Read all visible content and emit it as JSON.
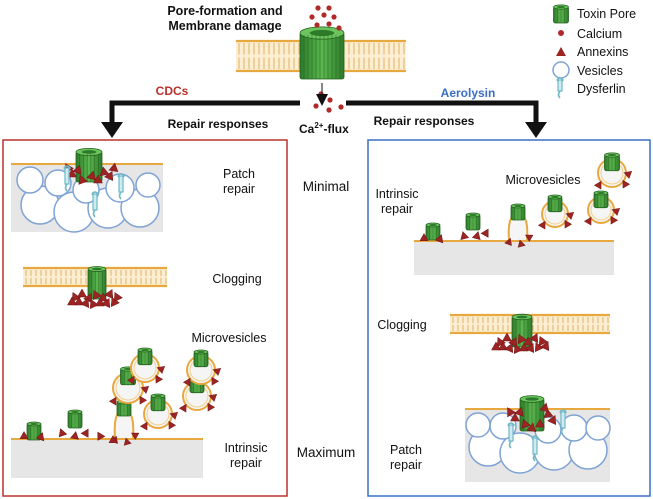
{
  "header": {
    "title_line1": "Pore-formation and",
    "title_line2": "Membrane damage",
    "ca_flux": "Ca",
    "ca_flux_sup": "2+",
    "ca_flux_suffix": "-flux"
  },
  "legend": {
    "toxin_pore": "Toxin Pore",
    "calcium": "Calcium",
    "annexins": "Annexins",
    "vesicles": "Vesicles",
    "dysferlin": "Dysferlin"
  },
  "branches": {
    "left_title": "CDCs",
    "right_title": "Aerolysin",
    "left_repair": "Repair responses",
    "right_repair": "Repair responses"
  },
  "scale": {
    "minimal": "Minimal",
    "maximum": "Maximum"
  },
  "left_panel": {
    "patch_line1": "Patch",
    "patch_line2": "repair",
    "clogging": "Clogging",
    "microvesicles": "Microvesicles",
    "intrinsic_line1": "Intrinsic",
    "intrinsic_line2": "repair"
  },
  "right_panel": {
    "intrinsic_line1": "Intrinsic",
    "intrinsic_line2": "repair",
    "microvesicles": "Microvesicles",
    "clogging": "Clogging",
    "patch_line1": "Patch",
    "patch_line2": "repair"
  },
  "colors": {
    "cdc_red": "#b8322a",
    "aerolysin_blue": "#3a6fc4",
    "pore_green": "#3f9a3a",
    "calcium_red": "#b02a2a",
    "annexin_red": "#9e2424",
    "membrane_orange": "#e8a840",
    "vesicle_blue": "#7fa3d4",
    "dysferlin_teal": "#6fb8c6"
  }
}
